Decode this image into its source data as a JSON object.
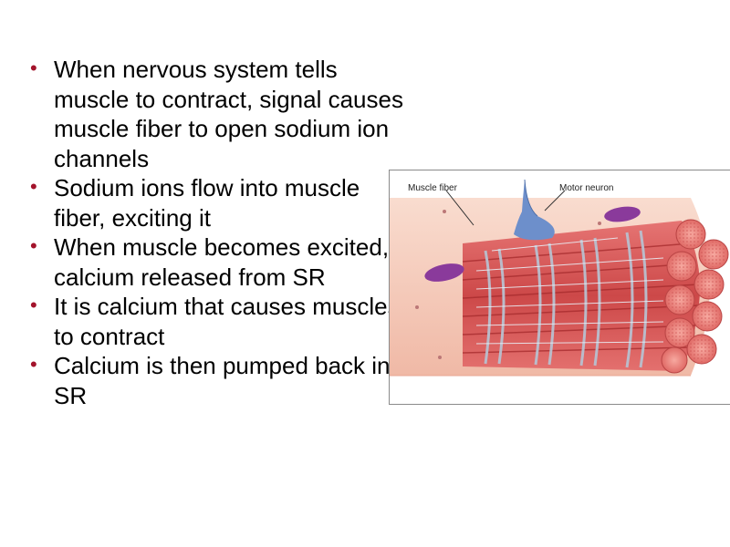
{
  "bullets": [
    "When nervous system tells muscle to contract, signal causes muscle fiber to open sodium ion channels",
    "Sodium ions flow into muscle fiber, exciting it",
    "When muscle becomes excited, calcium released from SR",
    "It is calcium that causes muscles to contract",
    "Calcium is then pumped back into SR"
  ],
  "figure": {
    "label_fiber": "Muscle fiber",
    "label_neuron": "Motor neuron"
  },
  "colors": {
    "bullet": "#a3132b",
    "fiber_skin": "#f4c7b5",
    "myofibril": "#d85050",
    "neuron": "#6d8fcb",
    "mitochondria": "#8a3a9b"
  }
}
